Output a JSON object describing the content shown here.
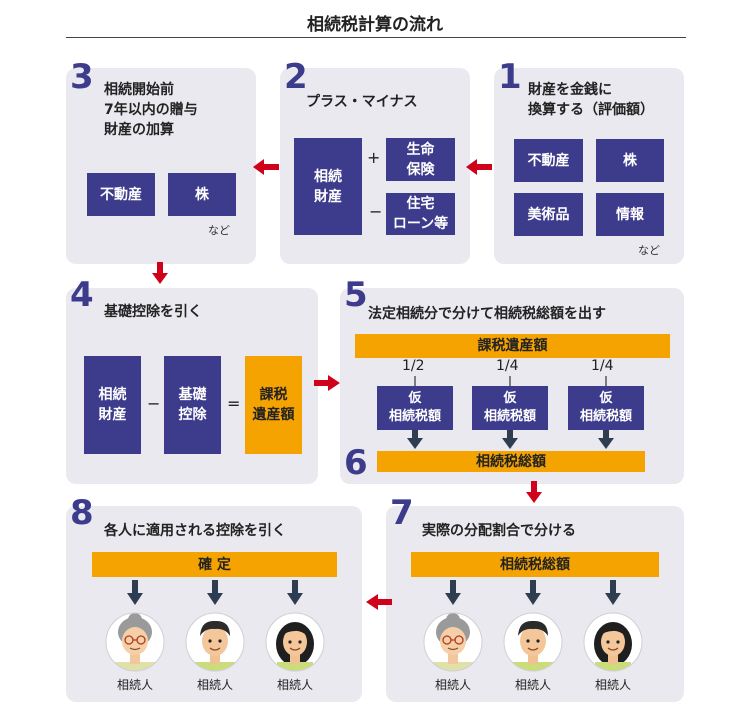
{
  "title": "相続税計算の流れ",
  "step1": {
    "number": "1",
    "title": "財産を金銭に\n換算する（評価額）",
    "items": [
      "不動産",
      "株",
      "美術品",
      "情報"
    ],
    "note": "など"
  },
  "step2": {
    "number": "2",
    "title": "プラス・マイナス",
    "base": "相続\n財産",
    "plus": "+",
    "plus_item": "生命\n保険",
    "minus": "−",
    "minus_item": "住宅\nローン等"
  },
  "step3": {
    "number": "3",
    "title": "相続開始前\n7年以内の贈与\n財産の加算",
    "items": [
      "不動産",
      "株"
    ],
    "note": "など"
  },
  "step4": {
    "number": "4",
    "title": "基礎控除を引く",
    "a": "相続\n財産",
    "minus": "−",
    "b": "基礎\n控除",
    "equals": "=",
    "result": "課税\n遺産額"
  },
  "step5": {
    "number": "5",
    "title": "法定相続分で分けて相続税総額を出す",
    "bar": "課税遺産額",
    "fractions": [
      "1/2",
      "1/4",
      "1/4"
    ],
    "box": "仮\n相続税額"
  },
  "step6": {
    "number": "6",
    "bar": "相続税総額"
  },
  "step7": {
    "number": "7",
    "title": "実際の分配割合で分ける",
    "bar": "相続税総額",
    "people": [
      "相続人",
      "相続人",
      "相続人"
    ]
  },
  "step8": {
    "number": "8",
    "title": "各人に適用される控除を引く",
    "bar": "確 定",
    "people": [
      "相続人",
      "相続人",
      "相続人"
    ]
  },
  "colors": {
    "navy": "#3d3b8c",
    "orange": "#f5a300",
    "red": "#d0021b",
    "panel": "#e9e9ef",
    "dark_arrow": "#2e3d4f"
  }
}
